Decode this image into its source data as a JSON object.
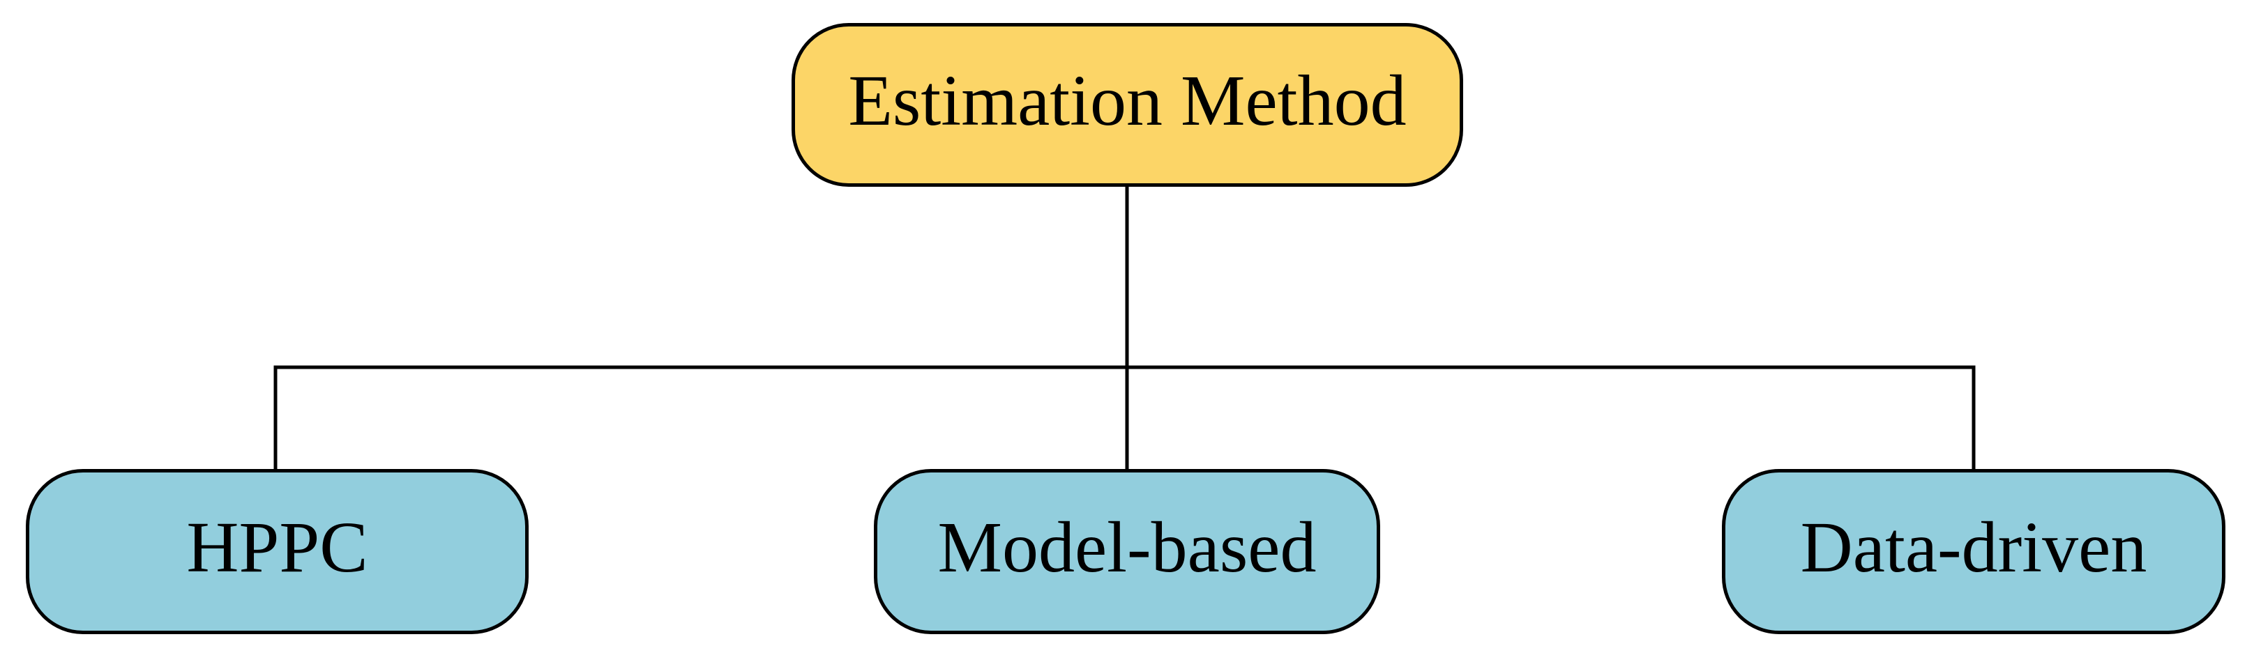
{
  "diagram": {
    "type": "tree",
    "root": {
      "label": "Estimation Method"
    },
    "children": [
      {
        "label": "HPPC"
      },
      {
        "label": "Model-based"
      },
      {
        "label": "Data-driven"
      }
    ]
  },
  "colors": {
    "root_fill": "#FCD567",
    "child_fill": "#92CEDD",
    "line": "#000000",
    "border": "#000000",
    "text": "#000000",
    "background": "#FFFFFF"
  }
}
